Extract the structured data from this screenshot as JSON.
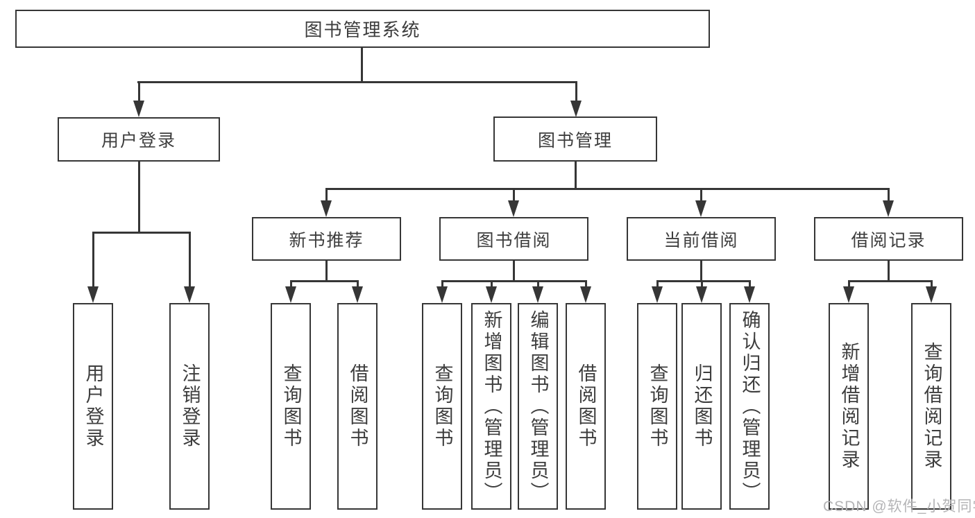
{
  "diagram": {
    "root": {
      "label": "图书管理系统"
    },
    "branches": [
      {
        "label": "用户登录",
        "children": [
          "用户登录",
          "注销登录"
        ]
      },
      {
        "label": "图书管理",
        "groups": [
          {
            "label": "新书推荐",
            "children": [
              "查询图书",
              "借阅图书"
            ]
          },
          {
            "label": "图书借阅",
            "children": [
              "查询图书",
              "新增图书（管理员）",
              "编辑图书（管理员）",
              "借阅图书"
            ]
          },
          {
            "label": "当前借阅",
            "children": [
              "查询图书",
              "归还图书",
              "确认归还（管理员）"
            ]
          },
          {
            "label": "借阅记录",
            "children": [
              "新增借阅记录",
              "查询借阅记录"
            ]
          }
        ]
      }
    ],
    "colors": {
      "line": "#363636",
      "text": "#3d3d3d",
      "background": "#ffffff"
    }
  },
  "watermark": {
    "text": "CSDN @软件_小贺同学",
    "color": "#b4b4b6"
  }
}
